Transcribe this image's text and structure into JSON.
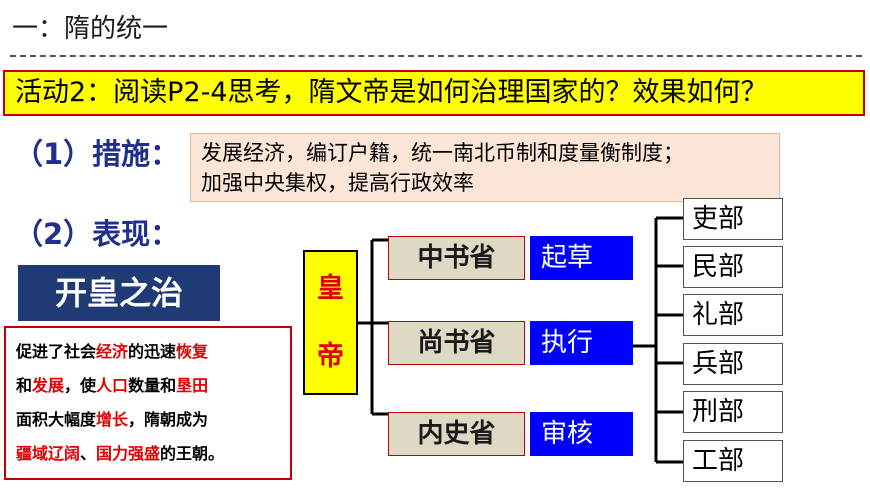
{
  "section": {
    "title": "一：隋的统一"
  },
  "activity": {
    "text": "活动2：阅读P2-4思考，隋文帝是如何治理国家的？效果如何？"
  },
  "measures": {
    "heading": "（1）措施：",
    "line1": "发展经济，编订户籍，统一南北币制和度量衡制度；",
    "line2": "加强中央集权，提高行政效率"
  },
  "performance": {
    "heading": "（2）表现：",
    "kaihuang": "开皇之治",
    "result": [
      [
        {
          "t": "促进了社会",
          "h": false
        },
        {
          "t": "经济",
          "h": true
        },
        {
          "t": "的迅速",
          "h": false
        },
        {
          "t": "恢复",
          "h": true
        }
      ],
      [
        {
          "t": "和",
          "h": false
        },
        {
          "t": "发展",
          "h": true
        },
        {
          "t": "，使",
          "h": false
        },
        {
          "t": "人口",
          "h": true
        },
        {
          "t": "数量和",
          "h": false
        },
        {
          "t": "垦田",
          "h": true
        }
      ],
      [
        {
          "t": "面积大幅度",
          "h": false
        },
        {
          "t": "增长",
          "h": true
        },
        {
          "t": "，隋朝成为",
          "h": false
        }
      ],
      [
        {
          "t": "疆域辽阔",
          "h": true
        },
        {
          "t": "、",
          "h": false
        },
        {
          "t": "国力强盛",
          "h": true
        },
        {
          "t": "的王朝。",
          "h": false
        }
      ]
    ]
  },
  "diagram": {
    "emperor": [
      "皇",
      "帝"
    ],
    "sheng": [
      "中书省",
      "尚书省",
      "内史省"
    ],
    "functions": [
      "起草",
      "执行",
      "审核"
    ],
    "bu": [
      "吏部",
      "民部",
      "礼部",
      "兵部",
      "刑部",
      "工部"
    ]
  },
  "colors": {
    "banner_bg": "#ffff00",
    "banner_border": "#c00000",
    "heading_blue": "#1f2f8c",
    "measures_bg": "#fbe5d6",
    "kaihuang_bg": "#1f3a74",
    "highlight_red": "#e00000",
    "sheng_bg": "#ddd9c4",
    "function_blue": "#0000ff"
  }
}
